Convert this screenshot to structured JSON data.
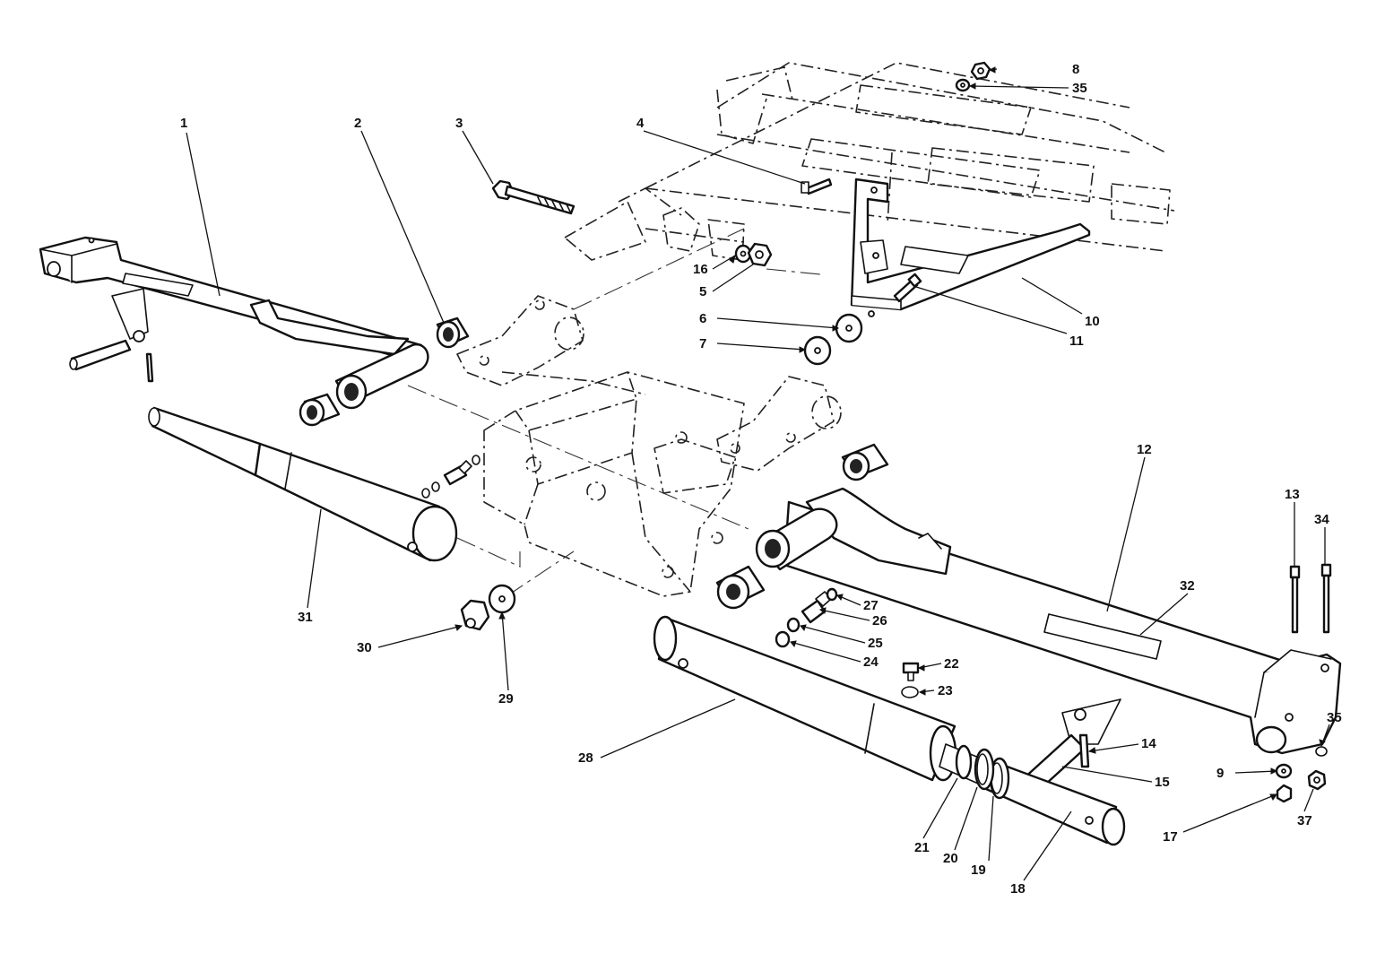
{
  "diagram": {
    "callouts": [
      {
        "id": "c1",
        "label": "1"
      },
      {
        "id": "c2",
        "label": "2"
      },
      {
        "id": "c3",
        "label": "3"
      },
      {
        "id": "c4",
        "label": "4"
      },
      {
        "id": "c5",
        "label": "5"
      },
      {
        "id": "c6",
        "label": "6"
      },
      {
        "id": "c7",
        "label": "7"
      },
      {
        "id": "c8",
        "label": "8"
      },
      {
        "id": "c9",
        "label": "9"
      },
      {
        "id": "c10",
        "label": "10"
      },
      {
        "id": "c11",
        "label": "11"
      },
      {
        "id": "c12",
        "label": "12"
      },
      {
        "id": "c13",
        "label": "13"
      },
      {
        "id": "c14",
        "label": "14"
      },
      {
        "id": "c15",
        "label": "15"
      },
      {
        "id": "c16",
        "label": "16"
      },
      {
        "id": "c17",
        "label": "17"
      },
      {
        "id": "c18",
        "label": "18"
      },
      {
        "id": "c19",
        "label": "19"
      },
      {
        "id": "c20",
        "label": "20"
      },
      {
        "id": "c21",
        "label": "21"
      },
      {
        "id": "c22",
        "label": "22"
      },
      {
        "id": "c23",
        "label": "23"
      },
      {
        "id": "c24",
        "label": "24"
      },
      {
        "id": "c25",
        "label": "25"
      },
      {
        "id": "c26",
        "label": "26"
      },
      {
        "id": "c27",
        "label": "27"
      },
      {
        "id": "c28",
        "label": "28"
      },
      {
        "id": "c29",
        "label": "29"
      },
      {
        "id": "c30",
        "label": "30"
      },
      {
        "id": "c31",
        "label": "31"
      },
      {
        "id": "c32",
        "label": "32"
      },
      {
        "id": "c34",
        "label": "34"
      },
      {
        "id": "c35a",
        "label": "35"
      },
      {
        "id": "c35b",
        "label": "35"
      },
      {
        "id": "c37",
        "label": "37"
      }
    ]
  }
}
